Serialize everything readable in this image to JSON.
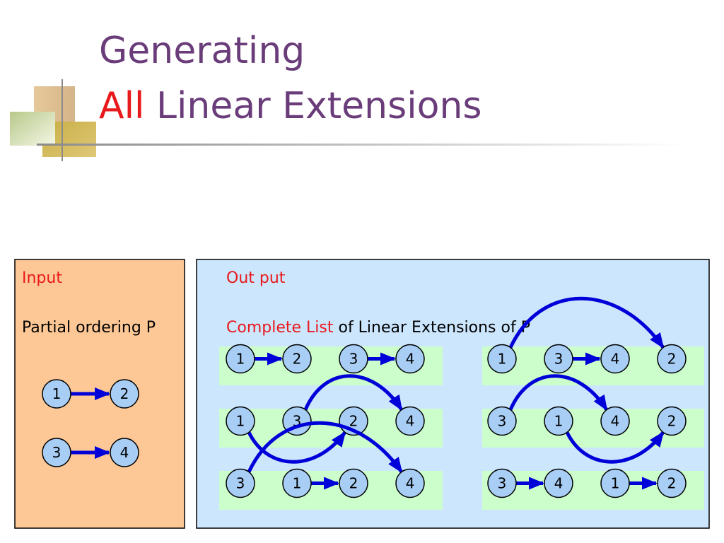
{
  "title": {
    "line1": "Generating",
    "accent": "All",
    "rest": " Linear Extensions"
  },
  "input": {
    "heading": "Input",
    "label": "Partial ordering P",
    "pairs": [
      [
        "1",
        "2"
      ],
      [
        "3",
        "4"
      ]
    ]
  },
  "output": {
    "heading": "Out put",
    "label_highlight": "Complete List",
    "label_rest": " of Linear Extensions of P",
    "extensions": [
      {
        "order": [
          "1",
          "2",
          "3",
          "4"
        ],
        "edges": [
          [
            0,
            1
          ],
          [
            2,
            3
          ]
        ]
      },
      {
        "order": [
          "1",
          "3",
          "4",
          "2"
        ],
        "edges": [
          [
            0,
            3
          ],
          [
            1,
            2
          ]
        ]
      },
      {
        "order": [
          "1",
          "3",
          "2",
          "4"
        ],
        "edges": [
          [
            0,
            2
          ],
          [
            1,
            3
          ]
        ]
      },
      {
        "order": [
          "3",
          "1",
          "4",
          "2"
        ],
        "edges": [
          [
            1,
            3
          ],
          [
            0,
            2
          ]
        ]
      },
      {
        "order": [
          "3",
          "1",
          "2",
          "4"
        ],
        "edges": [
          [
            0,
            3
          ],
          [
            1,
            2
          ]
        ]
      },
      {
        "order": [
          "3",
          "4",
          "1",
          "2"
        ],
        "edges": [
          [
            0,
            1
          ],
          [
            2,
            3
          ]
        ]
      }
    ]
  },
  "colors": {
    "title": "#6a3d7a",
    "accent": "#e8191c",
    "input_panel": "#fdc896",
    "output_panel": "#cce6fd",
    "row_bg": "#ccfecc",
    "node_fill": "#a8cef6",
    "arrow": "#0000d8"
  }
}
